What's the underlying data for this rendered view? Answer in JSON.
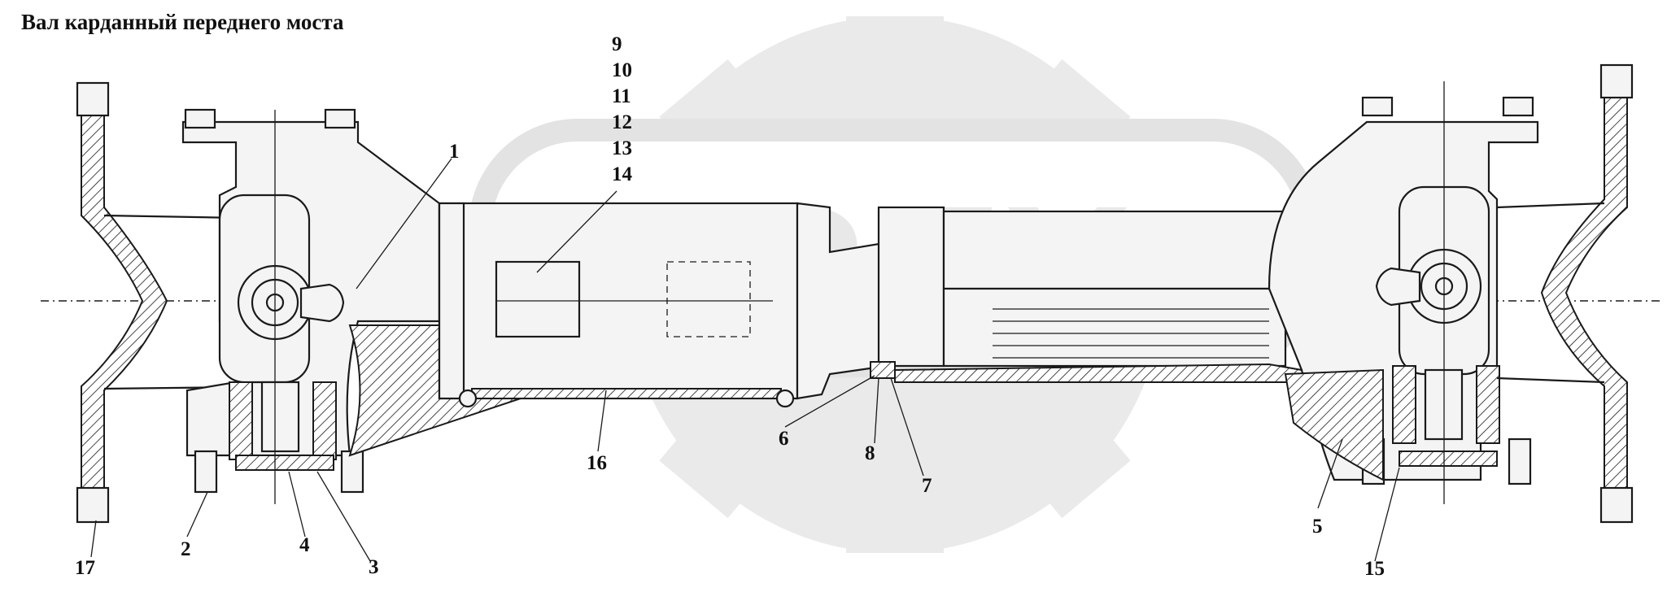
{
  "title": "Вал карданный переднего моста",
  "callouts": {
    "c1": "1",
    "c2": "2",
    "c3": "3",
    "c4": "4",
    "c5": "5",
    "c6": "6",
    "c7": "7",
    "c8": "8",
    "c9": "9",
    "c10": "10",
    "c11": "11",
    "c12": "12",
    "c13": "13",
    "c14": "14",
    "c15": "15",
    "c16": "16",
    "c17": "17"
  },
  "watermark": {
    "icon": "gear-logo-icon",
    "text": "OPEX"
  }
}
